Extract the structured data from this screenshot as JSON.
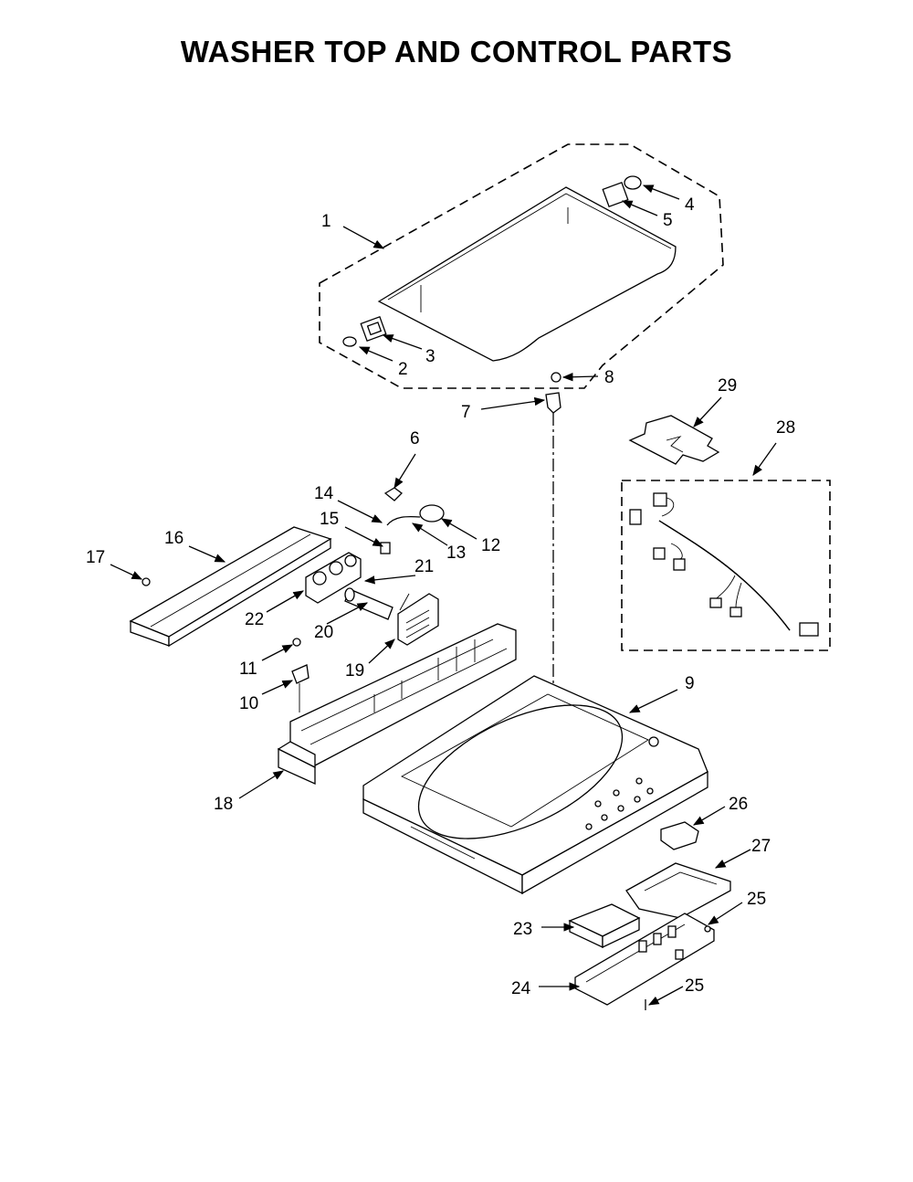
{
  "title": "WASHER TOP AND CONTROL PARTS",
  "labels": {
    "p1": "1",
    "p2": "2",
    "p3": "3",
    "p4": "4",
    "p5": "5",
    "p6": "6",
    "p7": "7",
    "p8": "8",
    "p9": "9",
    "p10": "10",
    "p11": "11",
    "p12": "12",
    "p13": "13",
    "p14": "14",
    "p15": "15",
    "p16": "16",
    "p17": "17",
    "p18": "18",
    "p19": "19",
    "p20": "20",
    "p21": "21",
    "p22": "22",
    "p23": "23",
    "p24": "24",
    "p25a": "25",
    "p25b": "25",
    "p26": "26",
    "p27": "27",
    "p28": "28",
    "p29": "29"
  }
}
